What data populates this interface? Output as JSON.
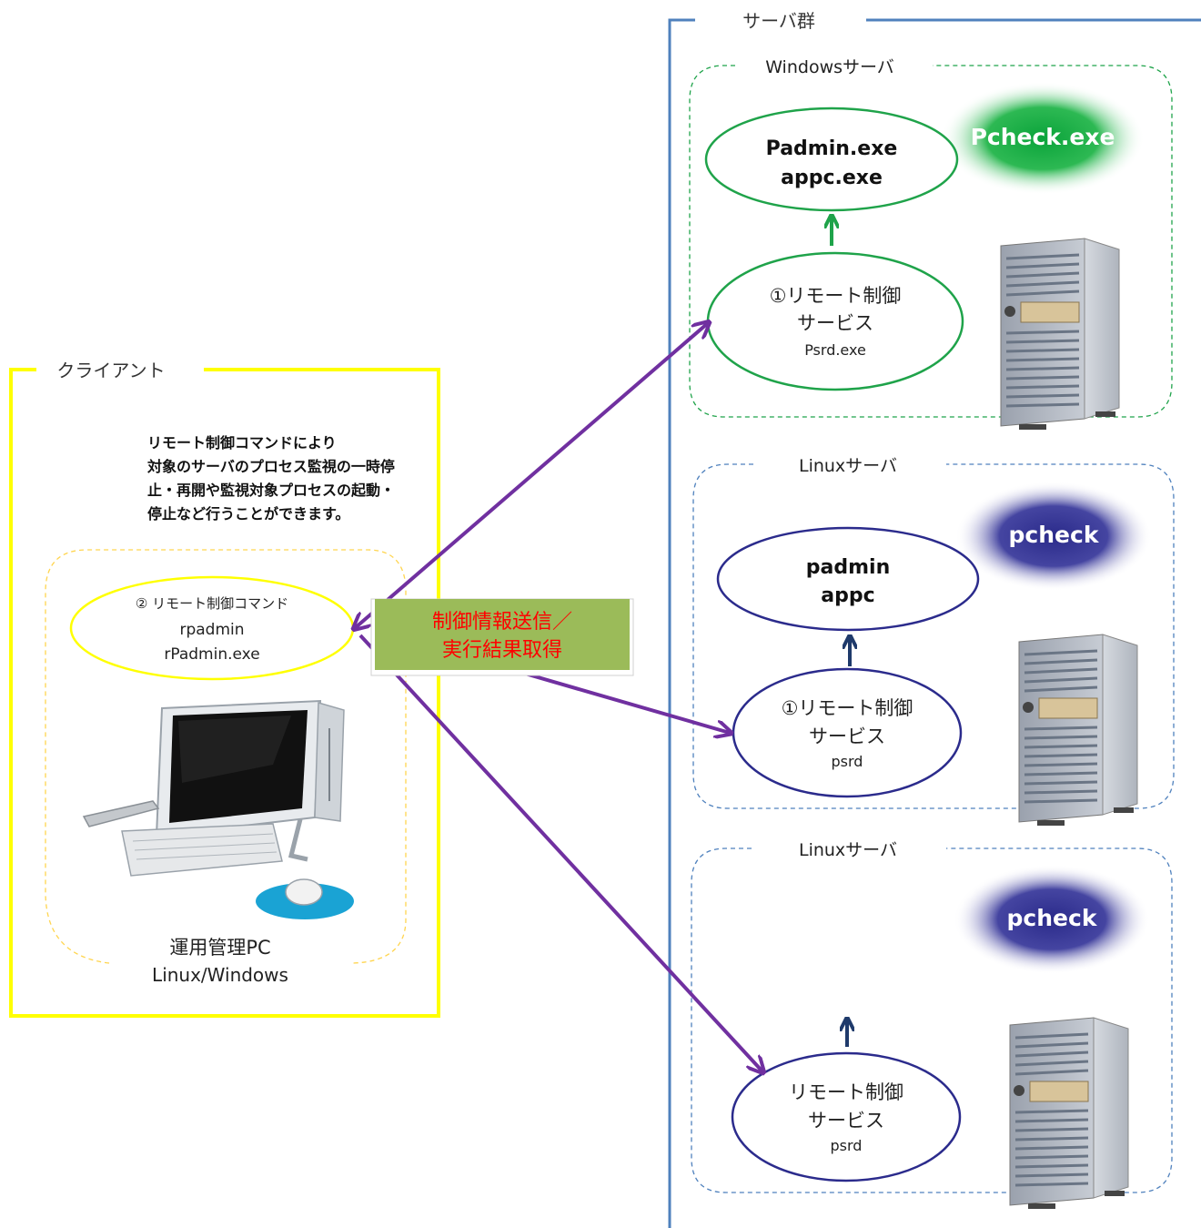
{
  "server_group": {
    "label": "サーバ群",
    "windows": {
      "label": "Windowsサーバ",
      "target_line1": "Padmin.exe",
      "target_line2": "appc.exe",
      "monitor": "Pcheck.exe",
      "service_line1": "①リモート制御",
      "service_line2": "サービス",
      "service_line3": "Psrd.exe"
    },
    "linux1": {
      "label": "Linuxサーバ",
      "target_line1": "padmin",
      "target_line2": "appc",
      "monitor": "pcheck",
      "service_line1": "①リモート制御",
      "service_line2": "サービス",
      "service_line3": "psrd"
    },
    "linux2": {
      "label": "Linuxサーバ",
      "monitor": "pcheck",
      "service_line1": "リモート制御",
      "service_line2": "サービス",
      "service_line3": "psrd"
    }
  },
  "client": {
    "label": "クライアント",
    "description": [
      "リモート制御コマンドにより",
      "対象のサーバのプロセス監視の一時停",
      "止・再開や監視対象プロセスの起動・",
      "停止など行うことができます。"
    ],
    "command_line1": "② リモート制御コマンド",
    "command_line2": "rpadmin",
    "command_line3": "rPadmin.exe",
    "pc_line1": "運用管理PC",
    "pc_line2": "Linux/Windows"
  },
  "transfer": {
    "line1": "制御情報送信／",
    "line2": "実行結果取得"
  },
  "colors": {
    "group_blue": "#4f81bd",
    "client_yellow": "#ffff00",
    "green": "#1fa34a",
    "navy": "#2b2b8c",
    "purple": "#7030a0",
    "label_green": "#9bbb59",
    "label_red": "#ff0000"
  }
}
